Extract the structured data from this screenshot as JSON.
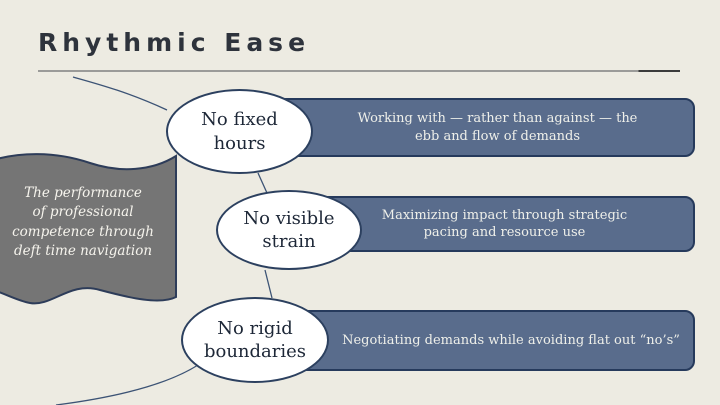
{
  "title": "Rhythmic Ease",
  "intro_text": "The performance\nof professional\ncompetence through\ndeft time navigation",
  "rows": [
    {
      "label": "No fixed hours",
      "description": "Working with — rather than against — the ebb and flow of demands"
    },
    {
      "label": "No visible strain",
      "description": "Maximizing impact through strategic pacing and resource use"
    },
    {
      "label": "No rigid boundaries",
      "description": "Negotiating demands while avoiding flat out “no’s”"
    }
  ],
  "colors": {
    "background": "#edebe2",
    "title-text": "#2e333c",
    "bar-fill": "#596c8c",
    "bar-border": "#263a5c",
    "bar-text": "#eff0ea",
    "bubble-fill": "#ffffff",
    "bubble-border": "#2c405f",
    "bubble-text": "#1d2737",
    "flag-fill": "#757575",
    "flag-border": "#2d3c59",
    "flag-text": "#f6f4ed",
    "connector": "#3c5375",
    "rule-gray": "#9b9b99",
    "rule-dark": "#3b3b3b"
  }
}
